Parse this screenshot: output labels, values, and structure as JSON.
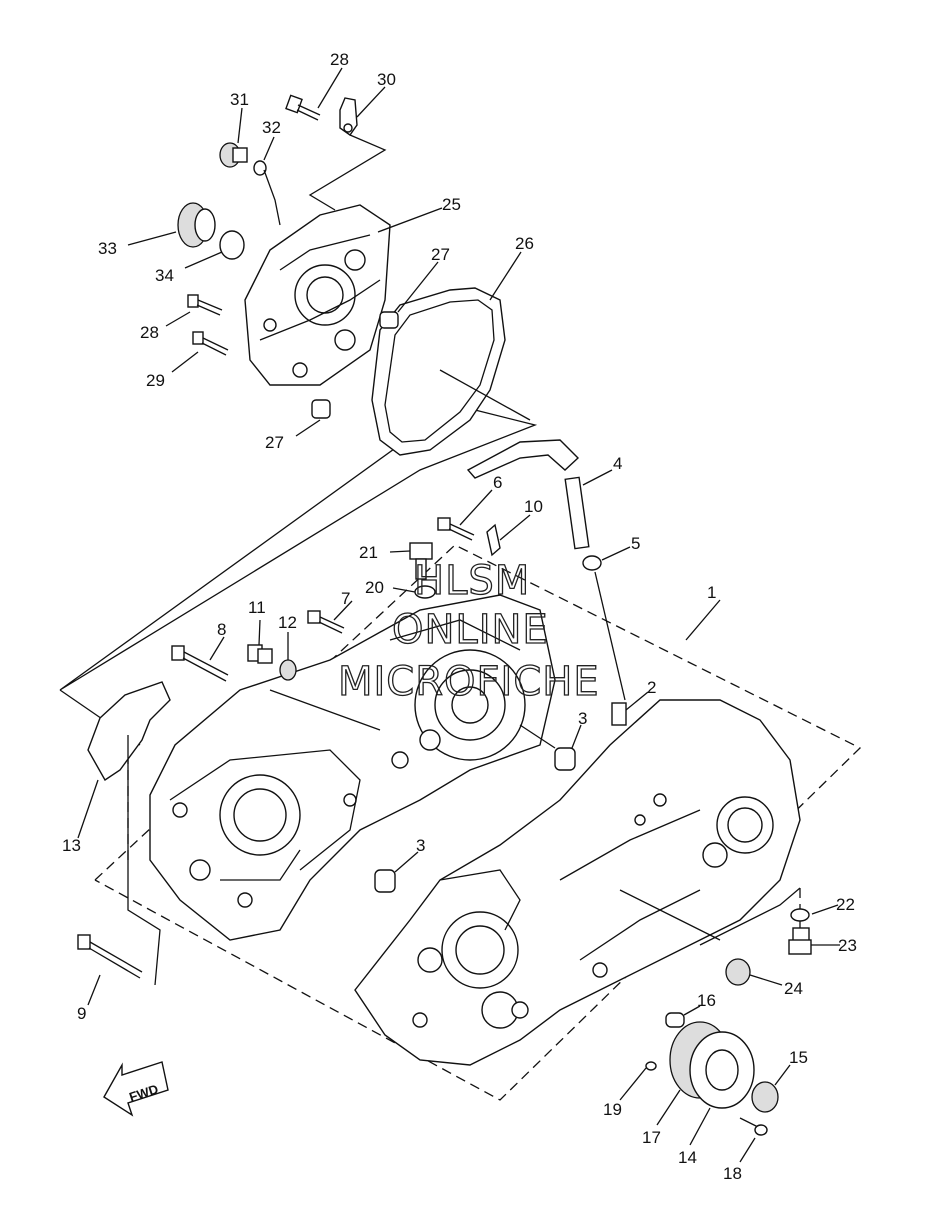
{
  "watermark": {
    "line1": "HLSM",
    "line2": "ONLINE",
    "line3": "MICROFICHE"
  },
  "direction_marker": "FWD",
  "part_labels": [
    "1",
    "2",
    "3",
    "3",
    "4",
    "5",
    "6",
    "7",
    "8",
    "9",
    "10",
    "11",
    "12",
    "13",
    "14",
    "15",
    "16",
    "17",
    "18",
    "19",
    "20",
    "21",
    "22",
    "23",
    "24",
    "25",
    "26",
    "27",
    "27",
    "28",
    "28",
    "29",
    "30",
    "31",
    "32",
    "33",
    "34"
  ],
  "colors": {
    "line": "#111111",
    "background": "#ffffff"
  }
}
